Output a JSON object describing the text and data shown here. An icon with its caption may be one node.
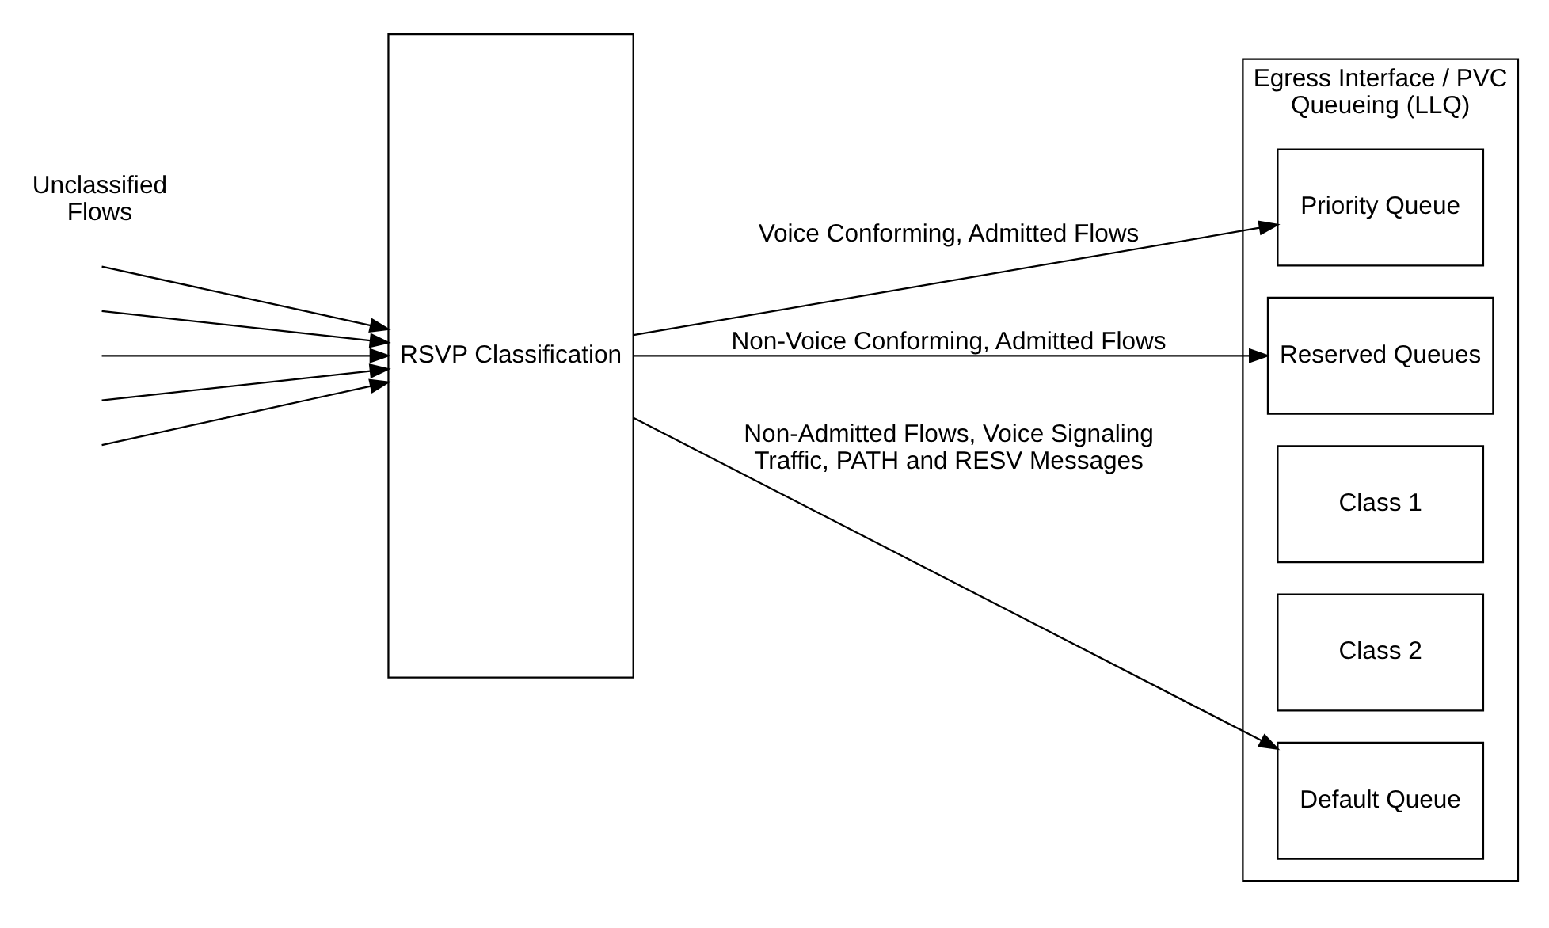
{
  "diagram": {
    "nodes": [
      {
        "text": [
          "RSVP Classification"
        ]
      },
      {
        "text": [
          "Egress Interface / PVC Queueing (LLQ)"
        ]
      },
      {
        "text": [
          "Priority Queue"
        ],
        "in": 1
      },
      {
        "text": [
          "Reserved Queues"
        ],
        "in": 1
      },
      {
        "text": [
          "Class 1"
        ],
        "in": 1
      },
      {
        "text": [
          "Class 2"
        ],
        "in": 1
      },
      {
        "text": [
          "Default Queue"
        ],
        "in": 1
      }
    ],
    "edges": [
      {
        "from": null,
        "to": 0,
        "arrow": "to"
      },
      {
        "from": null,
        "to": 0,
        "arrow": "to"
      },
      {
        "from": null,
        "to": 0,
        "arrow": "to"
      },
      {
        "from": null,
        "to": 0,
        "arrow": "to"
      },
      {
        "from": null,
        "to": 0,
        "arrow": "to"
      },
      {
        "from": 0,
        "to": 2,
        "label": "Voice Conforming, Admitted Flows",
        "arrow": "to"
      },
      {
        "from": 0,
        "to": 3,
        "label": "Non-Voice Conforming, Admitted Flows",
        "arrow": "to"
      },
      {
        "from": 0,
        "to": 6,
        "label": "Non-Admitted Flows, Voice Signaling Traffic, PATH and RESV Messages",
        "arrow": "to"
      }
    ],
    "labels": [
      "Unclassified Flows"
    ]
  }
}
